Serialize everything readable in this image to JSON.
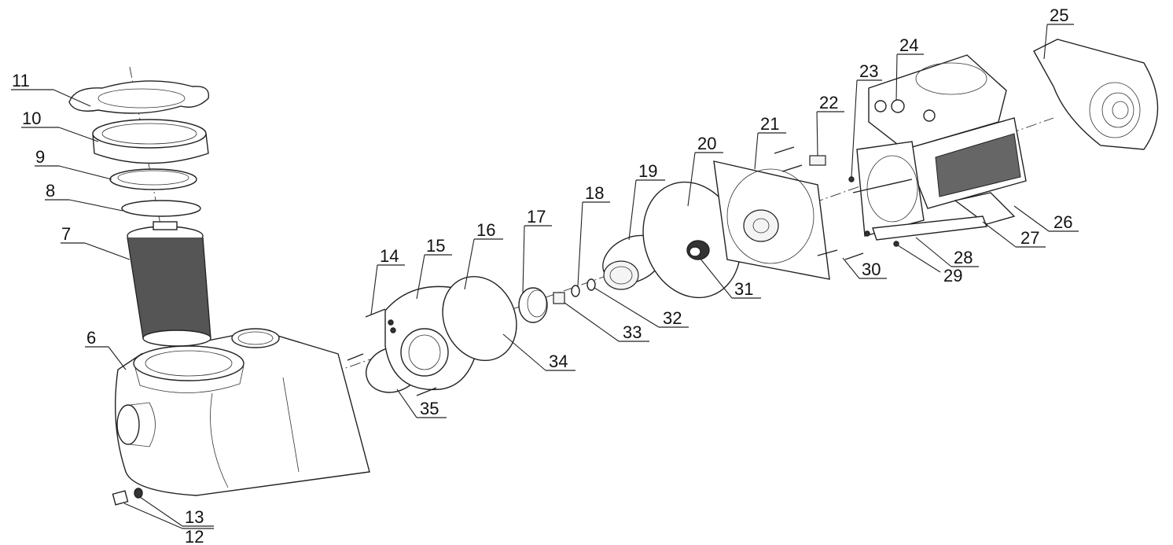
{
  "labels": {
    "p6": "6",
    "p7": "7",
    "p8": "8",
    "p9": "9",
    "p10": "10",
    "p11": "11",
    "p12": "12",
    "p13": "13",
    "p14": "14",
    "p15": "15",
    "p16": "16",
    "p17": "17",
    "p18": "18",
    "p19": "19",
    "p20": "20",
    "p21": "21",
    "p22": "22",
    "p23": "23",
    "p24": "24",
    "p25": "25",
    "p26": "26",
    "p27": "27",
    "p28": "28",
    "p29": "29",
    "p30": "30",
    "p31": "31",
    "p32": "32",
    "p33": "33",
    "p34": "34",
    "p35": "35"
  }
}
